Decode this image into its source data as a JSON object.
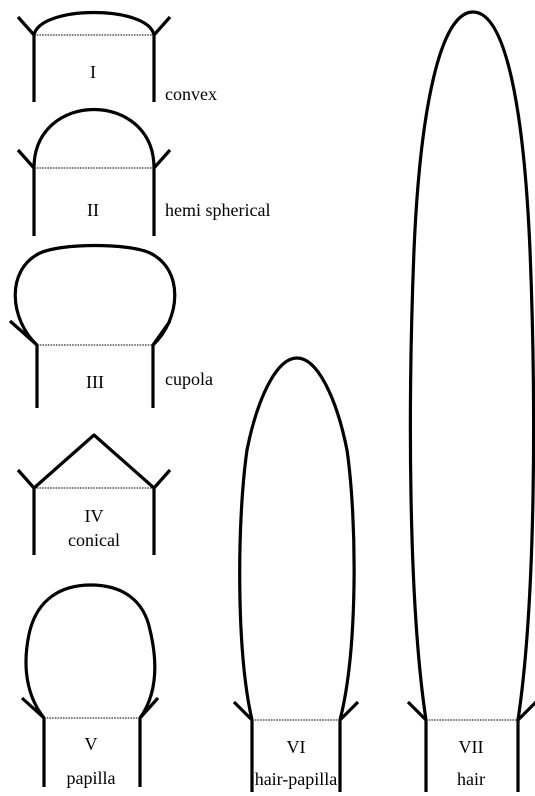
{
  "shapes": [
    {
      "numeral": "I",
      "name": "convex"
    },
    {
      "numeral": "II",
      "name": "hemi spherical"
    },
    {
      "numeral": "III",
      "name": "cupola"
    },
    {
      "numeral": "IV",
      "name": "conical"
    },
    {
      "numeral": "V",
      "name": "papilla"
    },
    {
      "numeral": "VI",
      "name": "hair-papilla"
    },
    {
      "numeral": "VII",
      "name": "hair"
    }
  ]
}
